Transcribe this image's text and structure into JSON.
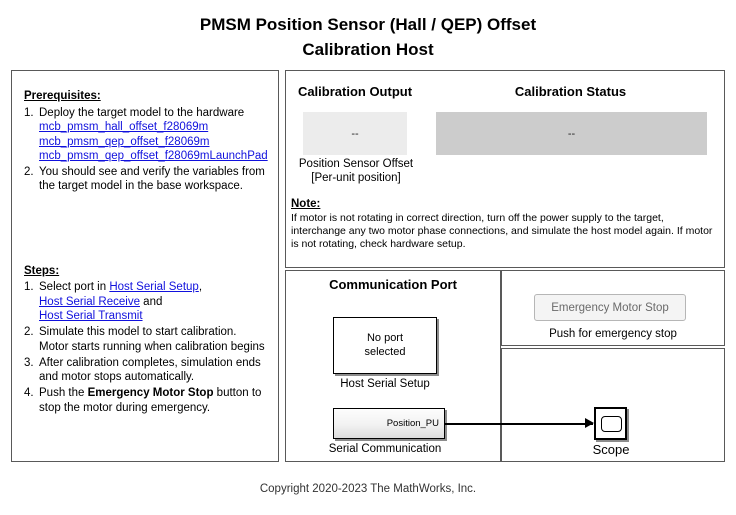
{
  "title": {
    "line1": "PMSM Position  Sensor (Hall / QEP) Offset",
    "line2": "Calibration Host"
  },
  "left_panel": {
    "prerequisites": {
      "heading": "Prerequisites:",
      "item1": {
        "num": "1.",
        "text": "Deploy the target model to the hardware",
        "links": [
          "mcb_pmsm_hall_offset_f28069m",
          "mcb_pmsm_qep_offset_f28069m",
          "mcb_pmsm_qep_offset_f28069mLaunchPad"
        ]
      },
      "item2": {
        "num": "2.",
        "text": "You should see and verify the variables from the target model in the base workspace."
      }
    },
    "steps": {
      "heading": "Steps:",
      "item1": {
        "num": "1.",
        "prefix": "Select port in ",
        "link1": "Host Serial Setup",
        "comma": ",",
        "link2": "Host Serial Receive",
        "and": " and",
        "link3": "Host Serial Transmit"
      },
      "item2": {
        "num": "2.",
        "text": "Simulate this model to start calibration. Motor starts running when calibration begins"
      },
      "item3": {
        "num": "3.",
        "text": "After calibration completes, simulation ends and motor stops automatically."
      },
      "item4": {
        "num": "4.",
        "prefix": "Push the ",
        "bold": "Emergency Motor Stop",
        "suffix": " button to stop the motor during emergency."
      }
    }
  },
  "calibration": {
    "output_heading": "Calibration Output",
    "output_value": "--",
    "output_caption_line1": "Position Sensor Offset",
    "output_caption_line2": "[Per-unit position]",
    "status_heading": "Calibration Status",
    "status_value": "--",
    "output_bg": "#ececec",
    "status_bg": "#cccccc"
  },
  "note": {
    "heading": "Note:",
    "text": "If motor is not rotating in correct direction, turn off the power supply to the target, interchange any two motor phase connections, and simulate the host model again. If motor is not rotating, check hardware setup."
  },
  "communication_port": {
    "heading": "Communication Port",
    "host_serial_setup": {
      "value_line1": "No port",
      "value_line2": "selected",
      "caption": "Host Serial Setup"
    },
    "serial_communication": {
      "port_label": "Position_PU",
      "caption": "Serial Communication"
    }
  },
  "emergency_stop": {
    "button_label": "Emergency Motor Stop",
    "caption": "Push for emergency stop"
  },
  "scope": {
    "caption": "Scope"
  },
  "footer": {
    "copyright": "Copyright 2020-2023 The MathWorks, Inc."
  }
}
